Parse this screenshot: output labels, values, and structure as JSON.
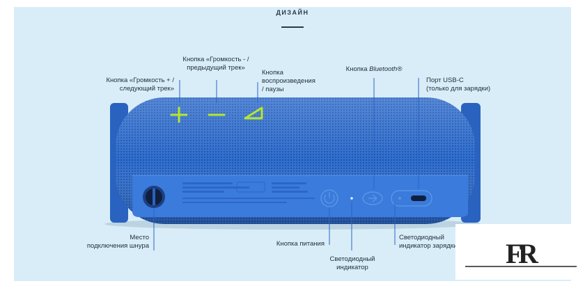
{
  "heading": "ДИЗАЙН",
  "labels": {
    "volume_up": "Кнопка «Громкость + /\nследующий трек»",
    "volume_down": "Кнопка «Громкость - /\nпредыдущий трек»",
    "play_pause": "Кнопка\nвоспроизведения\n/ паузы",
    "bluetooth_prefix": "Кнопка ",
    "bluetooth_brand": "Bluetooth®",
    "usb_c": "Порт USB-C\n(только для зарядки)",
    "strap": "Место\nподключения шнура",
    "power": "Кнопка питания",
    "led": "Светодиодный\nиндикатор",
    "charge_led": "Светодиодный\nиндикатор зарядки"
  },
  "colors": {
    "panel_bg": "#d9edf8",
    "speaker_body": "#2f6fd0",
    "speaker_dark": "#1f4fa5",
    "button_glyph": "#b6e72c",
    "leader_line": "#2a64c6",
    "text": "#1f2d3a"
  },
  "icons": {
    "volume_up": "plus-icon",
    "volume_down": "minus-icon",
    "play": "play-triangle-icon",
    "bluetooth": "bluetooth-icon",
    "power": "power-icon",
    "usb": "usb-port-icon",
    "watermark": "fr-logo"
  }
}
